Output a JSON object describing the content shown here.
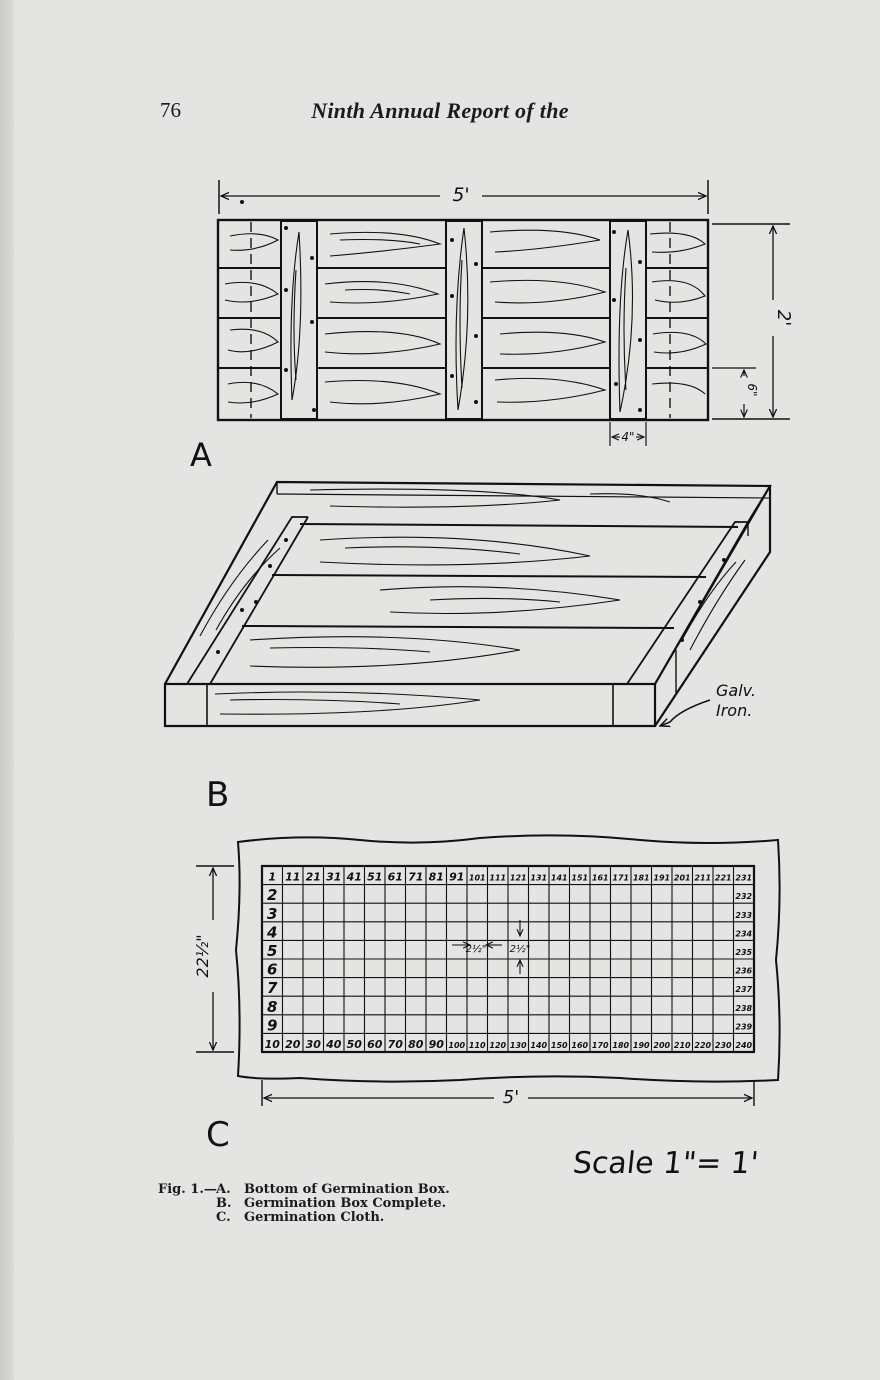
{
  "header": {
    "page_number": "76",
    "running_title": "Ninth Annual Report of the"
  },
  "figure": {
    "panel_labels": {
      "a": "A",
      "b": "B",
      "c": "C"
    },
    "dims_a": {
      "width": "5'",
      "height": "2'",
      "board": "6\"",
      "cleat": "4\""
    },
    "label_b": {
      "line1": "Galv.",
      "line2": "Iron."
    },
    "dims_c": {
      "height": "22½\"",
      "width": "5'"
    },
    "grid_c": {
      "header_row": [
        "1",
        "11",
        "21",
        "31",
        "41",
        "51",
        "61",
        "71",
        "81",
        "91",
        "101",
        "111",
        "121",
        "131",
        "141",
        "151",
        "161",
        "171",
        "181",
        "191",
        "201",
        "211",
        "221",
        "231"
      ],
      "first_column": [
        "2",
        "3",
        "4",
        "5",
        "6",
        "7",
        "8",
        "9"
      ],
      "last_column": [
        "232",
        "233",
        "234",
        "235",
        "236",
        "237",
        "238",
        "239"
      ],
      "bottom_row": [
        "10",
        "20",
        "30",
        "40",
        "50",
        "60",
        "70",
        "80",
        "90",
        "100",
        "110",
        "120",
        "130",
        "140",
        "150",
        "160",
        "170",
        "180",
        "190",
        "200",
        "210",
        "220",
        "230",
        "240"
      ],
      "spacing_labels": [
        "2½\"",
        "2½\""
      ]
    },
    "scale": "Scale 1\"= 1'"
  },
  "caption": {
    "lead": "Fig. 1.—",
    "items": [
      {
        "key": "A.",
        "text": "Bottom of Germination Box."
      },
      {
        "key": "B.",
        "text": "Germination Box Complete."
      },
      {
        "key": "C.",
        "text": "Germination Cloth."
      }
    ]
  }
}
